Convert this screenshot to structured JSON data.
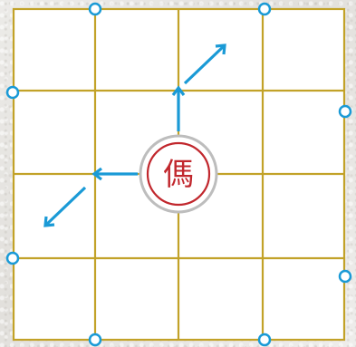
{
  "board": {
    "line_color": "#c2a228",
    "background": "#ffffff"
  },
  "piece": {
    "char": "傌",
    "color": "#c1272d",
    "side": "red",
    "type": "horse"
  },
  "move_hints": {
    "color": "#1a9ad6",
    "arrow_count": 4,
    "target_count": 8
  }
}
